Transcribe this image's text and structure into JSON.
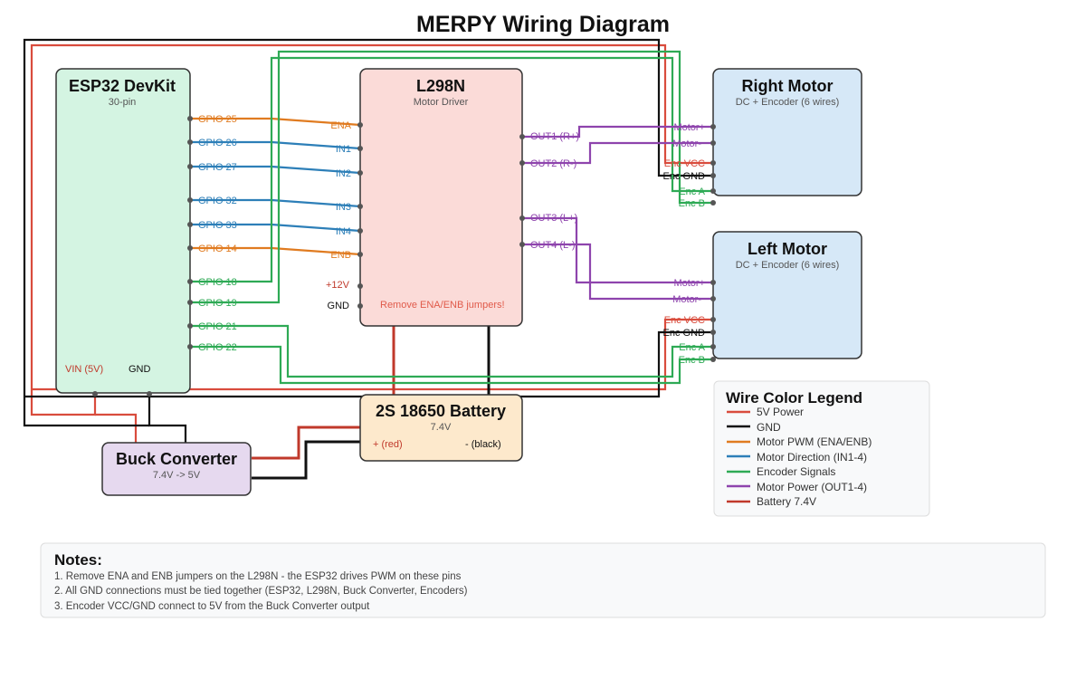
{
  "title": "MERPY Wiring Diagram",
  "colors": {
    "v5": "#d94c3d",
    "gnd": "#111111",
    "pwm": "#e07b20",
    "dir": "#2d7fb8",
    "enc": "#2eaa55",
    "motor": "#8e44ad",
    "battery": "#c0392b"
  },
  "esp32": {
    "title": "ESP32 DevKit",
    "subtitle": "30-pin",
    "pins": [
      "GPIO 25",
      "GPIO 26",
      "GPIO 27",
      "GPIO 32",
      "GPIO 33",
      "GPIO 14",
      "GPIO 18",
      "GPIO 19",
      "GPIO 21",
      "GPIO 22"
    ],
    "vin": "VIN (5V)",
    "gnd": "GND"
  },
  "l298n": {
    "title": "L298N",
    "subtitle": "Motor Driver",
    "inputs": [
      "ENA",
      "IN1",
      "IN2",
      "IN3",
      "IN4",
      "ENB"
    ],
    "outputs": [
      "OUT1 (R+)",
      "OUT2 (R-)",
      "OUT3 (L+)",
      "OUT4 (L-)"
    ],
    "v12": "+12V",
    "gnd": "GND",
    "note": "Remove ENA/ENB jumpers!"
  },
  "right_motor": {
    "title": "Right Motor",
    "subtitle": "DC + Encoder (6 wires)",
    "pins": [
      "Motor+",
      "Motor-",
      "Enc VCC",
      "Enc GND",
      "Enc A",
      "Enc B"
    ]
  },
  "left_motor": {
    "title": "Left Motor",
    "subtitle": "DC + Encoder (6 wires)",
    "pins": [
      "Motor+",
      "Motor-",
      "Enc VCC",
      "Enc GND",
      "Enc A",
      "Enc B"
    ]
  },
  "battery": {
    "title": "2S 18650 Battery",
    "subtitle": "7.4V",
    "plus": "+ (red)",
    "minus": "- (black)"
  },
  "buck": {
    "title": "Buck Converter",
    "subtitle": "7.4V -> 5V"
  },
  "legend": {
    "title": "Wire Color Legend",
    "items": [
      {
        "label": "5V Power",
        "color": "#d94c3d"
      },
      {
        "label": "GND",
        "color": "#111111"
      },
      {
        "label": "Motor PWM (ENA/ENB)",
        "color": "#e07b20"
      },
      {
        "label": "Motor Direction (IN1-4)",
        "color": "#2d7fb8"
      },
      {
        "label": "Encoder Signals",
        "color": "#2eaa55"
      },
      {
        "label": "Motor Power (OUT1-4)",
        "color": "#8e44ad"
      },
      {
        "label": "Battery 7.4V",
        "color": "#c0392b"
      }
    ]
  },
  "notes": {
    "title": "Notes:",
    "lines": [
      "1. Remove ENA and ENB jumpers on the L298N - the ESP32 drives PWM on these pins",
      "2. All GND connections must be tied together (ESP32, L298N, Buck Converter, Encoders)",
      "3. Encoder VCC/GND connect to 5V from the Buck Converter output"
    ]
  }
}
